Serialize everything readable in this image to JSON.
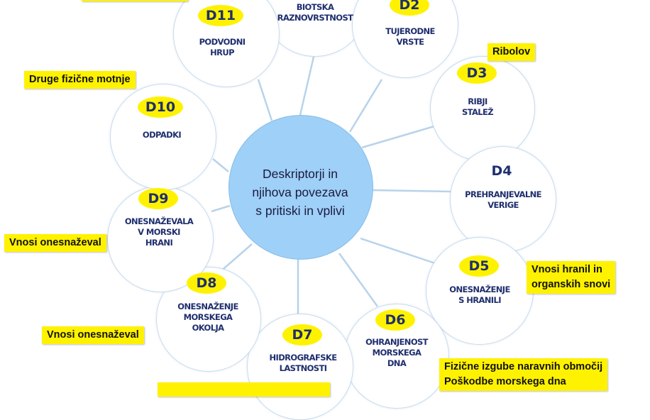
{
  "center_label": "Deskriptorji in\nnjihova povezava\ns pritiski in vplivi",
  "colors": {
    "circle_fill": "#9fd0f7",
    "satellite_border": "#c9dced",
    "highlight": "#fff200",
    "text_navy": "#1f2f6e"
  },
  "descriptors": [
    {
      "id": "d1",
      "code": "",
      "label": "BIOTSKA\nRAZNOVRSTNOST"
    },
    {
      "id": "d2",
      "code": "D2",
      "label": "TUJERODNE\nVRSTE"
    },
    {
      "id": "d3",
      "code": "D3",
      "label": "RIBJI\nSTALEŽ"
    },
    {
      "id": "d4",
      "code": "D4",
      "label": "PREHRANJEVALNE\nVERIGE"
    },
    {
      "id": "d5",
      "code": "D5",
      "label": "ONESNAŽENJE\nS HRANILI"
    },
    {
      "id": "d6",
      "code": "D6",
      "label": "OHRANJENOST\nMORSKEGA\nDNA"
    },
    {
      "id": "d7",
      "code": "D7",
      "label": "HIDROGRAFSKE\nLASTNOSTI"
    },
    {
      "id": "d8",
      "code": "D8",
      "label": "ONESNAŽENJE\nMORSKEGA\nOKOLJA"
    },
    {
      "id": "d9",
      "code": "D9",
      "label": "ONESNAŽEVALA\nV MORSKI\nHRANI"
    },
    {
      "id": "d10",
      "code": "D10",
      "label": "ODPADKI"
    },
    {
      "id": "d11",
      "code": "D11",
      "label": "PODVODNI\nHRUP"
    }
  ],
  "pressures": {
    "ribolov": "Ribolov",
    "druge_fizicne_motnje": "Druge fizične motnje",
    "hranila": "Vnosi hranil in\norganskih snovi",
    "onesnazeval_d9": "Vnosi onesnaževal",
    "onesnazeval_d8": "Vnosi onesnaževal",
    "fizicne_izgube": "Fizične izgube naravnih območij\nPoškodbe morskega dna"
  }
}
